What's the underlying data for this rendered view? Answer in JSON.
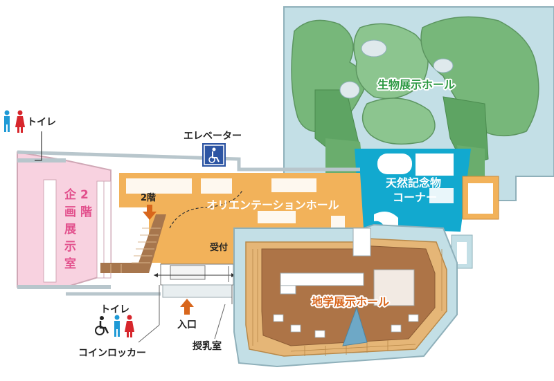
{
  "labels": {
    "biology_hall": "生物展示ホール",
    "natural_monument_1": "天然記念物",
    "natural_monument_2": "コーナー",
    "orientation_hall": "オリエンテーションホール",
    "geology_hall": "地学展示ホール",
    "special_exhibit_chars": [
      "企",
      "画",
      "展",
      "示",
      "室"
    ],
    "floor2_chars": [
      "2",
      "階"
    ],
    "stairs_floor2": "2階",
    "reception": "受付",
    "elevator": "エレベーター",
    "toilet_top": "トイレ",
    "toilet_bottom": "トイレ",
    "entrance": "入口",
    "coin_locker": "コインロッカー",
    "nursing_room": "授乳室"
  },
  "colors": {
    "biology": "#77b77a",
    "biology_dark": "#5ea463",
    "water": "#c3dfe6",
    "natural_monument": "#12a9cf",
    "orientation": "#f2b25a",
    "geology_floor": "#ad7447",
    "geology_tiles": "#e5b677",
    "special_exhibit": "#f8d2e0",
    "biology_label": "#2f9a45",
    "orientation_label": "#ffffff",
    "special_label": "#e24f8c",
    "arrow": "#d8661c",
    "male_icon": "#1f9ad6",
    "female_icon": "#d7262c",
    "elevator_icon_bg": "#2d55a3"
  },
  "icons": {
    "elevator": "wheelchair-elevator-icon",
    "toilet": "toilet-male-female-icon",
    "accessible": "wheelchair-icon",
    "entrance_arrow": "arrow-up-icon",
    "stairs_arrow": "arrow-down-icon"
  }
}
